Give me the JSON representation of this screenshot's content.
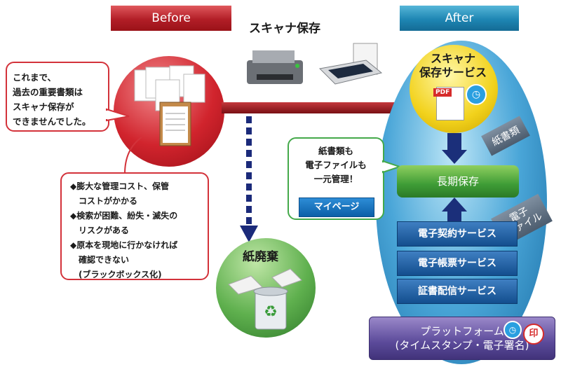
{
  "banners": {
    "before": "Before",
    "after": "After"
  },
  "scan_title": "スキャナ保存",
  "before_callout": [
    "これまで、",
    "過去の重要書類は",
    "スキャナ保存が",
    "できませんでした。"
  ],
  "issues": [
    "◆膨大な管理コスト、保管",
    "　コストがかかる",
    "◆検索が困難、紛失・滅失の",
    "　リスクがある",
    "◆原本を現地に行かなければ",
    "　確認できない",
    "　(ブラックボックス化)"
  ],
  "disposal_label": "紙廃棄",
  "mypage_callout": [
    "紙書類も",
    "電子ファイルも",
    "一元管理！"
  ],
  "mypage_button": "マイページ",
  "scan_service": [
    "スキャナ",
    "保存サービス"
  ],
  "pdf_tag": "PDF",
  "paper_docs_label": "紙書類",
  "long_term_storage": "長期保存",
  "electronic_files_label": [
    "電子",
    "ファイル"
  ],
  "services": [
    "電子契約サービス",
    "電子帳票サービス",
    "証書配信サービス"
  ],
  "platform": [
    "プラットフォーム",
    "(タイムスタンプ・電子署名)"
  ],
  "seal_char": "印",
  "colors": {
    "red": "#c8202a",
    "blue": "#1e86b3",
    "green": "#44a94a",
    "navy": "#1b2a7a",
    "purple": "#5b4a9a"
  }
}
